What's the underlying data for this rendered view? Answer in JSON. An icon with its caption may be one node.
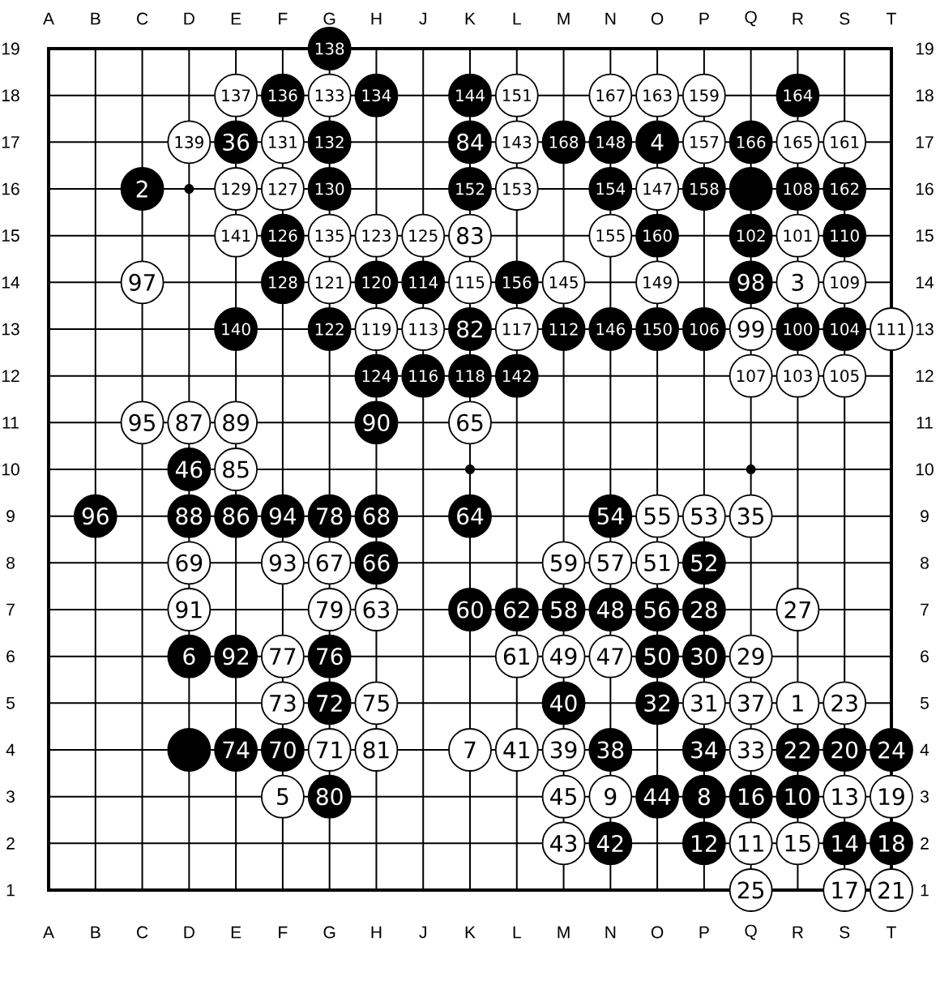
{
  "diagram": {
    "nodes": [
      {
        "text": [
          "138"
        ]
      },
      {
        "text": [
          "137"
        ]
      },
      {
        "text": [
          "136"
        ]
      },
      {
        "text": [
          "133"
        ]
      },
      {
        "text": [
          "134"
        ]
      },
      {
        "text": [
          "144"
        ]
      },
      {
        "text": [
          "151"
        ]
      },
      {
        "text": [
          "167"
        ]
      },
      {
        "text": [
          "163"
        ]
      },
      {
        "text": [
          "159"
        ]
      },
      {
        "text": [
          "164"
        ]
      },
      {
        "text": [
          "139"
        ]
      },
      {
        "text": [
          "36"
        ]
      },
      {
        "text": [
          "131"
        ]
      },
      {
        "text": [
          "132"
        ]
      },
      {
        "text": [
          "84"
        ]
      },
      {
        "text": [
          "143"
        ]
      },
      {
        "text": [
          "168"
        ]
      },
      {
        "text": [
          "148"
        ]
      },
      {
        "text": [
          "4"
        ]
      },
      {
        "text": [
          "157"
        ]
      },
      {
        "text": [
          "166"
        ]
      },
      {
        "text": [
          "165"
        ]
      },
      {
        "text": [
          "161"
        ]
      },
      {
        "text": [
          "2"
        ]
      },
      {
        "text": [
          "129"
        ]
      },
      {
        "text": [
          "127"
        ]
      },
      {
        "text": [
          "130"
        ]
      },
      {
        "text": [
          "152"
        ]
      },
      {
        "text": [
          "153"
        ]
      },
      {
        "text": [
          "154"
        ]
      },
      {
        "text": [
          "147"
        ]
      },
      {
        "text": [
          "158"
        ]
      },
      {
        "text": [],
        "shape": "circle"
      },
      {
        "text": [
          "108"
        ]
      },
      {
        "text": [
          "162"
        ]
      },
      {
        "text": [
          "141"
        ]
      },
      {
        "text": [
          "126"
        ]
      },
      {
        "text": [
          "135"
        ]
      },
      {
        "text": [
          "123"
        ]
      },
      {
        "text": [
          "125"
        ]
      },
      {
        "text": [
          "83"
        ]
      },
      {
        "text": [
          "155"
        ]
      },
      {
        "text": [
          "160"
        ]
      },
      {
        "text": [
          "102"
        ]
      },
      {
        "text": [
          "101"
        ]
      },
      {
        "text": [
          "110"
        ]
      },
      {
        "text": [
          "97"
        ]
      },
      {
        "text": [
          "128"
        ]
      },
      {
        "text": [
          "121"
        ]
      },
      {
        "text": [
          "120"
        ]
      },
      {
        "text": [
          "114"
        ]
      },
      {
        "text": [
          "115"
        ]
      },
      {
        "text": [
          "156"
        ]
      },
      {
        "text": [
          "145"
        ]
      },
      {
        "text": [
          "149"
        ]
      },
      {
        "text": [
          "98"
        ]
      },
      {
        "text": [
          "3"
        ]
      },
      {
        "text": [
          "109"
        ]
      },
      {
        "text": [
          "140"
        ]
      },
      {
        "text": [
          "122"
        ]
      },
      {
        "text": [
          "119"
        ]
      },
      {
        "text": [
          "113"
        ]
      },
      {
        "text": [
          "82"
        ]
      },
      {
        "text": [
          "117"
        ]
      },
      {
        "text": [
          "112"
        ]
      },
      {
        "text": [
          "146"
        ]
      },
      {
        "text": [
          "150"
        ]
      },
      {
        "text": [
          "106"
        ]
      },
      {
        "text": [
          "99"
        ]
      },
      {
        "text": [
          "100"
        ]
      },
      {
        "text": [
          "104"
        ]
      },
      {
        "text": [
          "111"
        ]
      },
      {
        "text": [
          "124"
        ]
      },
      {
        "text": [
          "116"
        ]
      },
      {
        "text": [
          "118"
        ]
      },
      {
        "text": [
          "142"
        ]
      },
      {
        "text": [
          "107"
        ]
      },
      {
        "text": [
          "103"
        ]
      },
      {
        "text": [
          "105"
        ]
      },
      {
        "text": [
          "95"
        ]
      },
      {
        "text": [
          "87"
        ]
      },
      {
        "text": [
          "89"
        ]
      },
      {
        "text": [
          "90"
        ]
      },
      {
        "text": [
          "65"
        ]
      },
      {
        "text": [
          "46"
        ]
      },
      {
        "text": [
          "85"
        ]
      },
      {
        "text": [
          "96"
        ]
      },
      {
        "text": [
          "88"
        ]
      },
      {
        "text": [
          "86"
        ]
      },
      {
        "text": [
          "94"
        ]
      },
      {
        "text": [
          "78"
        ]
      },
      {
        "text": [
          "68"
        ]
      },
      {
        "text": [
          "64"
        ]
      },
      {
        "text": [
          "54"
        ]
      },
      {
        "text": [
          "55"
        ]
      },
      {
        "text": [
          "53"
        ]
      },
      {
        "text": [
          "35"
        ]
      },
      {
        "text": [
          "69"
        ]
      },
      {
        "text": [
          "93"
        ]
      },
      {
        "text": [
          "67"
        ]
      },
      {
        "text": [
          "66"
        ]
      },
      {
        "text": [
          "59"
        ]
      },
      {
        "text": [
          "57"
        ]
      },
      {
        "text": [
          "51"
        ]
      },
      {
        "text": [
          "52"
        ]
      },
      {
        "text": [
          "91"
        ]
      },
      {
        "text": [
          "79"
        ]
      },
      {
        "text": [
          "63"
        ]
      },
      {
        "text": [
          "60"
        ]
      },
      {
        "text": [
          "62"
        ]
      },
      {
        "text": [
          "58"
        ]
      },
      {
        "text": [
          "48"
        ]
      },
      {
        "text": [
          "56"
        ]
      },
      {
        "text": [
          "28"
        ]
      },
      {
        "text": [
          "27"
        ]
      },
      {
        "text": [
          "6"
        ]
      },
      {
        "text": [
          "92"
        ]
      },
      {
        "text": [
          "77"
        ]
      },
      {
        "text": [
          "76"
        ]
      },
      {
        "text": [
          "61"
        ]
      },
      {
        "text": [
          "49"
        ]
      },
      {
        "text": [
          "47"
        ]
      },
      {
        "text": [
          "50"
        ]
      },
      {
        "text": [
          "30"
        ]
      },
      {
        "text": [
          "29"
        ]
      },
      {
        "text": [
          "73"
        ]
      },
      {
        "text": [
          "72"
        ]
      },
      {
        "text": [
          "75"
        ]
      },
      {
        "text": [
          "40"
        ]
      },
      {
        "text": [
          "32"
        ]
      },
      {
        "text": [
          "31"
        ]
      },
      {
        "text": [
          "37"
        ]
      },
      {
        "text": [
          "1"
        ]
      },
      {
        "text": [
          "23"
        ]
      },
      {
        "text": [],
        "shape": "circle"
      },
      {
        "text": [
          "74"
        ]
      },
      {
        "text": [
          "70"
        ]
      },
      {
        "text": [
          "71"
        ]
      },
      {
        "text": [
          "81"
        ]
      },
      {
        "text": [
          "7"
        ]
      },
      {
        "text": [
          "41"
        ]
      },
      {
        "text": [
          "39"
        ]
      },
      {
        "text": [
          "38"
        ]
      },
      {
        "text": [
          "34"
        ]
      },
      {
        "text": [
          "33"
        ]
      },
      {
        "text": [
          "22"
        ]
      },
      {
        "text": [
          "20"
        ]
      },
      {
        "text": [
          "24"
        ]
      },
      {
        "text": [
          "5"
        ]
      },
      {
        "text": [
          "80"
        ]
      },
      {
        "text": [
          "45"
        ]
      },
      {
        "text": [
          "9"
        ]
      },
      {
        "text": [
          "44"
        ]
      },
      {
        "text": [
          "8"
        ]
      },
      {
        "text": [
          "16"
        ]
      },
      {
        "text": [
          "10"
        ]
      },
      {
        "text": [
          "13"
        ]
      },
      {
        "text": [
          "19"
        ]
      },
      {
        "text": [
          "43"
        ]
      },
      {
        "text": [
          "42"
        ]
      },
      {
        "text": [
          "12"
        ]
      },
      {
        "text": [
          "11"
        ]
      },
      {
        "text": [
          "15"
        ]
      },
      {
        "text": [
          "14"
        ]
      },
      {
        "text": [
          "18"
        ]
      },
      {
        "text": [
          "25"
        ]
      },
      {
        "text": [
          "17"
        ]
      },
      {
        "text": [
          "21"
        ]
      }
    ],
    "labels": [
      "A",
      "B",
      "C",
      "D",
      "E",
      "F",
      "G",
      "H",
      "J",
      "K",
      "L",
      "M",
      "N",
      "O",
      "P",
      "Q",
      "R",
      "S",
      "T",
      "19",
      "19",
      "18",
      "18",
      "17",
      "17",
      "16",
      "16",
      "15",
      "15",
      "14",
      "14",
      "13",
      "13",
      "12",
      "12",
      "11",
      "11",
      "10",
      "10",
      "9",
      "9",
      "8",
      "8",
      "7",
      "7",
      "6",
      "6",
      "5",
      "5",
      "4",
      "4",
      "3",
      "3",
      "2",
      "2",
      "1",
      "1",
      "A",
      "B",
      "C",
      "D",
      "E",
      "F",
      "G",
      "H",
      "J",
      "K",
      "L",
      "M",
      "N",
      "O",
      "P",
      "Q",
      "R",
      "S",
      "T"
    ]
  }
}
